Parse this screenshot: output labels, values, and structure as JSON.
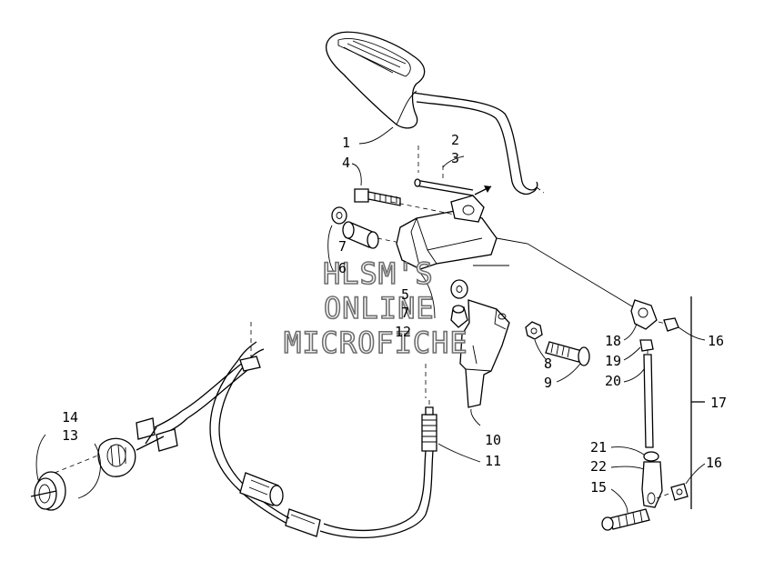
{
  "watermark": {
    "line1": "HLSM'S",
    "line2": "ONLINE",
    "line3": "MICROFICHE"
  },
  "callouts": [
    {
      "id": "c1",
      "text": "1"
    },
    {
      "id": "c2",
      "text": "2"
    },
    {
      "id": "c3",
      "text": "3"
    },
    {
      "id": "c4",
      "text": "4"
    },
    {
      "id": "c7a",
      "text": "7"
    },
    {
      "id": "c6",
      "text": "6"
    },
    {
      "id": "c5",
      "text": "5"
    },
    {
      "id": "c7b",
      "text": "7"
    },
    {
      "id": "c12",
      "text": "12"
    },
    {
      "id": "c8",
      "text": "8"
    },
    {
      "id": "c9",
      "text": "9"
    },
    {
      "id": "c10",
      "text": "10"
    },
    {
      "id": "c11",
      "text": "11"
    },
    {
      "id": "c13",
      "text": "13"
    },
    {
      "id": "c14",
      "text": "14"
    },
    {
      "id": "c15",
      "text": "15"
    },
    {
      "id": "c16a",
      "text": "16"
    },
    {
      "id": "c16b",
      "text": "16"
    },
    {
      "id": "c17",
      "text": "17"
    },
    {
      "id": "c18",
      "text": "18"
    },
    {
      "id": "c19",
      "text": "19"
    },
    {
      "id": "c20",
      "text": "20"
    },
    {
      "id": "c21",
      "text": "21"
    },
    {
      "id": "c22",
      "text": "22"
    }
  ],
  "colors": {
    "line": "#000000",
    "background": "#ffffff",
    "watermark_outline": "#6f6f6f"
  }
}
